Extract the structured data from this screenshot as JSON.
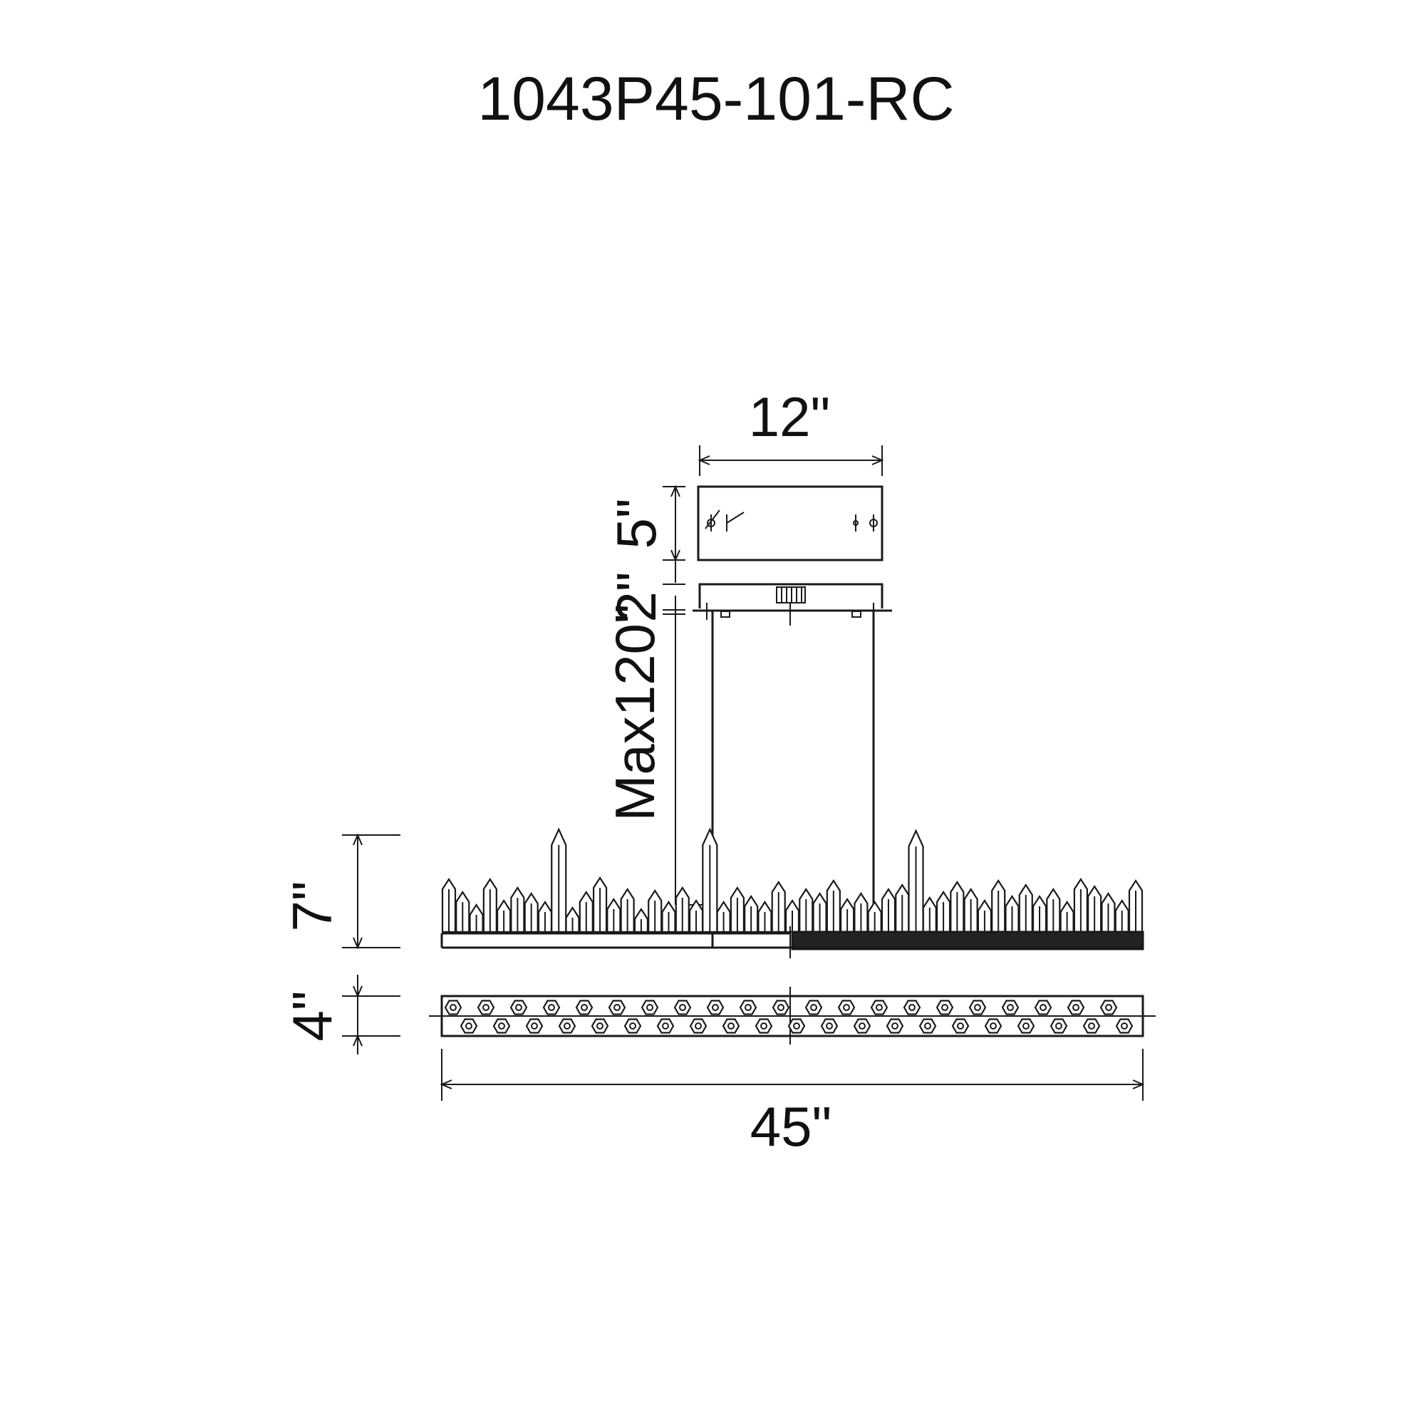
{
  "title": "1043P45-101-RC",
  "dimensions": {
    "canopy_width": "12\"",
    "canopy_height": "5\"",
    "canopy_gap": "2\"",
    "max_drop": "Max120\"",
    "fixture_height": "7\"",
    "fixture_depth": "4\"",
    "fixture_length": "45\""
  },
  "colors": {
    "line": "#1a1a1a",
    "background": "#ffffff"
  }
}
